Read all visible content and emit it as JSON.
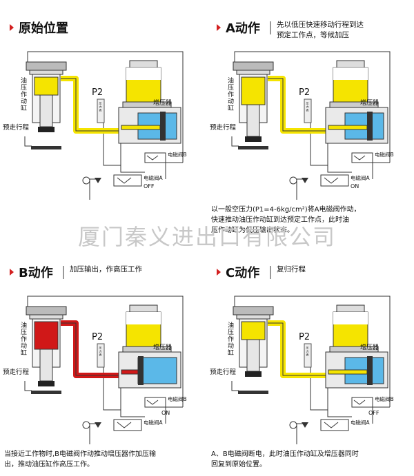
{
  "colors": {
    "accent_red": "#d32020",
    "oil_yellow": "#f5e400",
    "cylinder_blue": "#5bb8e8",
    "pressure_red": "#d01818",
    "frame_gray": "#777777"
  },
  "watermark": "厦门秦义进出口有限公司",
  "common_labels": {
    "p2": "P2",
    "booster": "增压器",
    "valve_a": "电磁阀A",
    "valve_b": "电磁阀B",
    "off": "OFF",
    "on": "ON",
    "oil_cylinder": "油压作动缸",
    "pre_stroke": "预走行程",
    "gauge": "压力表"
  },
  "panels": [
    {
      "id": "original",
      "title": "原始位置",
      "desc": [],
      "valve_a_state": "OFF",
      "valve_b_state": "",
      "notes": []
    },
    {
      "id": "action-a",
      "title": "A动作",
      "desc": [
        "先以低压快速移动行程到达",
        "预定工作点，等候加压"
      ],
      "valve_a_state": "ON",
      "valve_b_state": "",
      "notes": [
        "以一般空压力(P1=4-6kg/cm²)将A电磁阀作动，",
        "快速推动油压作动缸到达预定工作点，此时油",
        "压作动缸为低压输出状态。"
      ]
    },
    {
      "id": "action-b",
      "title": "B动作",
      "desc": [
        "加压输出，作高压工作"
      ],
      "valve_a_state": "",
      "valve_b_state": "ON",
      "notes": [
        "当接近工作物时,B电磁阀作动推动增压器作加压输",
        "出，推动油压缸作高压工作。"
      ]
    },
    {
      "id": "action-c",
      "title": "C动作",
      "desc": [
        "复归行程"
      ],
      "valve_a_state": "",
      "valve_b_state": "OFF",
      "notes": [
        "A、B电磁阀断电，此时油压作动缸及增压器同时",
        "回复到原始位置。"
      ]
    }
  ]
}
